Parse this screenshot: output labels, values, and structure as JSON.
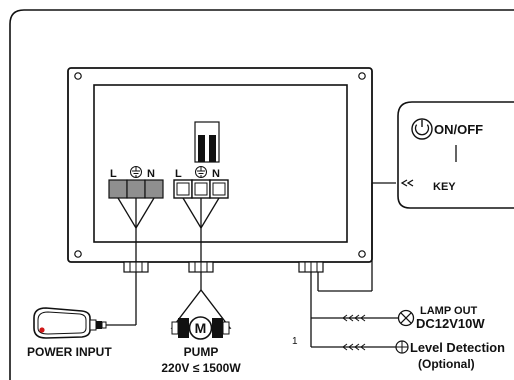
{
  "terminals_left": {
    "l": "L",
    "n": "N"
  },
  "terminals_right": {
    "l": "L",
    "n": "N"
  },
  "panel": {
    "on_off_label": "ON/OFF",
    "key_label": "KEY"
  },
  "outputs": {
    "power_input_label": "POWER INPUT",
    "pump_label": "PUMP",
    "pump_motor_letter": "M",
    "pump_rating": "220V  ≤ 1500W",
    "lamp_out_label": "LAMP OUT",
    "lamp_rating": "DC12V10W",
    "level_detection_label": "Level Detection",
    "level_optional": "(Optional)",
    "level_wire_number": "1"
  },
  "symbols": {
    "ground_icon": "ground-icon",
    "power_icon": "power-icon",
    "lamp_icon": "lamp-icon",
    "level_sensor_icon": "level-sensor-icon",
    "arrow_marks": "<<<"
  },
  "colors": {
    "line": "#111111",
    "terminal_fill_left": "#8f8f8f",
    "terminal_fill_right": "#ffffff",
    "background": "#ffffff"
  }
}
